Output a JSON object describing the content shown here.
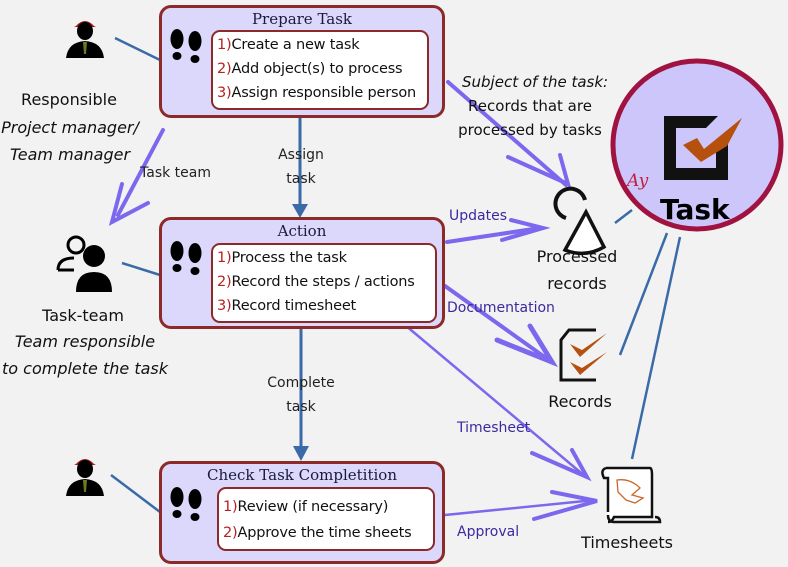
{
  "roles": {
    "responsible": {
      "title": "Responsible",
      "subtitle_lines": [
        "Project manager/",
        "Team manager"
      ]
    },
    "task_team": {
      "title": "Task-team",
      "subtitle_lines": [
        "Team responsible",
        "to complete the task"
      ]
    }
  },
  "steps": [
    {
      "title": "Prepare Task",
      "items": [
        {
          "num": "1)",
          "text": "Create a new task"
        },
        {
          "num": "2)",
          "text": "Add object(s) to process"
        },
        {
          "num": "3)",
          "text": "Assign responsible person"
        }
      ]
    },
    {
      "title": "Action",
      "items": [
        {
          "num": "1)",
          "text": "Process the task"
        },
        {
          "num": "2)",
          "text": "Record the steps / actions"
        },
        {
          "num": "3)",
          "text": "Record timesheet"
        }
      ]
    },
    {
      "title": "Check Task Completition",
      "items": [
        {
          "num": "1)",
          "text": "Review (if necessary)"
        },
        {
          "num": "2)",
          "text": "Approve the time sheets"
        }
      ]
    }
  ],
  "flow_labels": {
    "assign_task": [
      "Assign",
      "task"
    ],
    "complete_task": [
      "Complete",
      "task"
    ],
    "task_team": "Task team"
  },
  "edge_labels": {
    "updates": "Updates",
    "documentation": "Documentation",
    "timesheet": "Timesheet",
    "approval": "Approval"
  },
  "subject_note": {
    "heading": "Subject of the task:",
    "lines": [
      "Records that are",
      "processed by tasks"
    ]
  },
  "objects": {
    "processed_records": [
      "Processed",
      "records"
    ],
    "records": "Records",
    "timesheets": "Timesheets"
  },
  "task_badge": {
    "label": "Task",
    "mark": "Ay"
  },
  "colors": {
    "background": "#f2f2f2",
    "box_fill": "#dcd8fb",
    "box_border": "#8c2a2a",
    "number_red": "#b52222",
    "purple_arrow": "#7b68ee",
    "blue_line": "#3a6aa8",
    "check_orange": "#b5500f",
    "badge_border": "#a0123f",
    "badge_fill": "#cdc6fb",
    "edge_label": "#3b2a9e"
  }
}
